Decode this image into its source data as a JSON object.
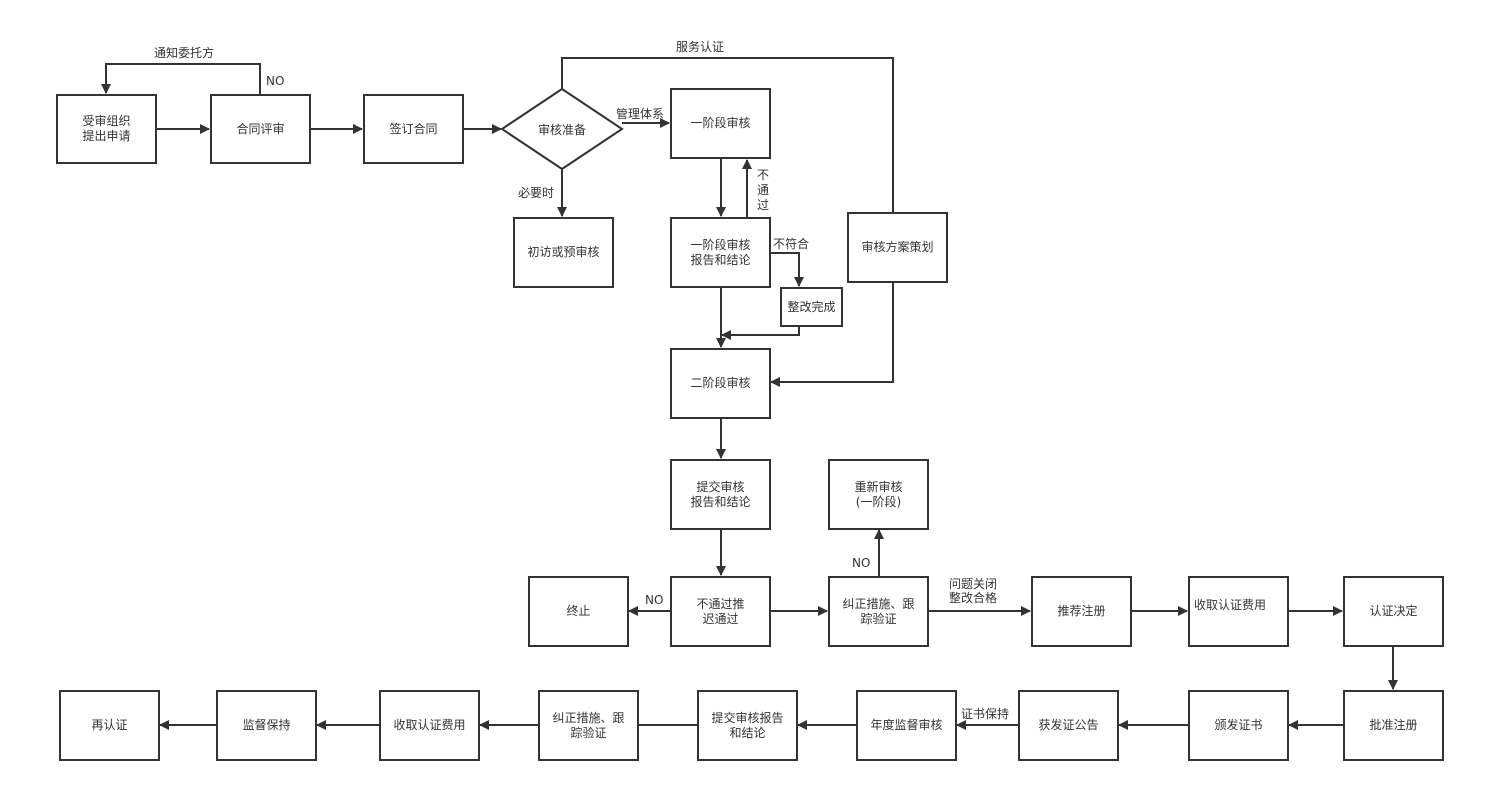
{
  "nodes": {
    "applicant": "受审组织\n提出申请",
    "contract_review": "合同评审",
    "sign_contract": "签订合同",
    "audit_prep": "审核准备",
    "stage1_audit": "一阶段审核",
    "pre_visit": "初访或预审核",
    "stage1_report": "一阶段审核\n报告和结论",
    "rectify_done": "整改完成",
    "audit_plan": "审核方案策划",
    "stage2_audit": "二阶段审核",
    "submit_report": "提交审核\n报告和结论",
    "re_audit": "重新审核\n(一阶段)",
    "terminate": "终止",
    "fail_delay": "不通过推\n迟通过",
    "corrective_1": "纠正措施、跟\n踪验证",
    "recommend_reg": "推荐注册",
    "collect_fee_1": "收取认证费用",
    "cert_decision": "认证决定",
    "approve_reg": "批准注册",
    "issue_cert": "颁发证书",
    "cert_announce": "获发证公告",
    "annual_audit": "年度监督审核",
    "submit_report_2": "提交审核报告\n和结论",
    "corrective_2": "纠正措施、跟\n踪验证",
    "collect_fee_2": "收取认证费用",
    "maintain": "监督保持",
    "recert": "再认证"
  },
  "edge_labels": {
    "notify_client": "通知委托方",
    "no_1": "NO",
    "service_cert": "服务认证",
    "mgmt_system": "管理体系",
    "when_needed": "必要时",
    "not_passed": "不通过",
    "non_conform": "不符合",
    "no_terminate": "NO",
    "no_reaudit": "NO",
    "issue_closed": "问题关闭\n整改合格",
    "cert_maintain": "证书保持"
  },
  "colors": {
    "stroke": "#333333",
    "text": "#333333",
    "background": "#ffffff"
  }
}
